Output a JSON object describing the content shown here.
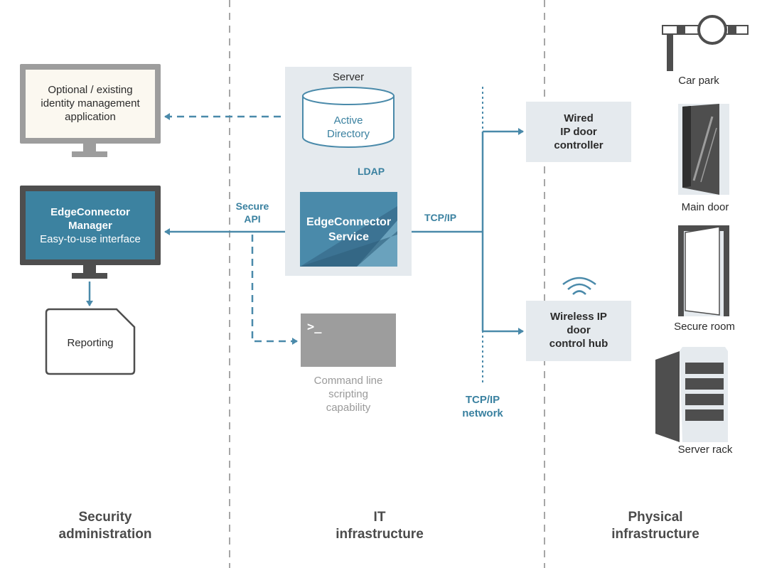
{
  "columns": {
    "security": {
      "line1": "Security",
      "line2": "administration"
    },
    "it": {
      "line1": "IT",
      "line2": "infrastructure"
    },
    "physical": {
      "line1": "Physical",
      "line2": "infrastructure"
    }
  },
  "identity_app": {
    "line1": "Optional / existing",
    "line2": "identity management",
    "line3": "application"
  },
  "manager": {
    "line1": "EdgeConnector",
    "line2": "Manager",
    "line3": "Easy-to-use interface"
  },
  "reporting": {
    "label": "Reporting"
  },
  "server": {
    "label": "Server"
  },
  "active_directory": {
    "line1": "Active",
    "line2": "Directory"
  },
  "ldap": {
    "label": "LDAP"
  },
  "service": {
    "line1": "EdgeConnector",
    "line2": "Service"
  },
  "secure_api": {
    "line1": "Secure",
    "line2": "API"
  },
  "tcpip_label": "TCP/IP",
  "network": {
    "line1": "TCP/IP",
    "line2": "network"
  },
  "cli": {
    "prompt": ">_",
    "line1": "Command line",
    "line2": "scripting",
    "line3": "capability"
  },
  "wired": {
    "line1": "Wired",
    "line2": "IP door",
    "line3": "controller"
  },
  "wireless": {
    "line1": "Wireless IP",
    "line2": "door",
    "line3": "control hub"
  },
  "physical_items": {
    "car_park": "Car park",
    "main_door": "Main door",
    "secure_room": "Secure room",
    "server_rack": "Server rack"
  },
  "colors": {
    "accent": "#3a81a0",
    "connector": "#4a8aaa",
    "monitor_grey": "#9d9d9d",
    "monitor_dark": "#4e4e4e",
    "panel": "#e5eaee"
  }
}
